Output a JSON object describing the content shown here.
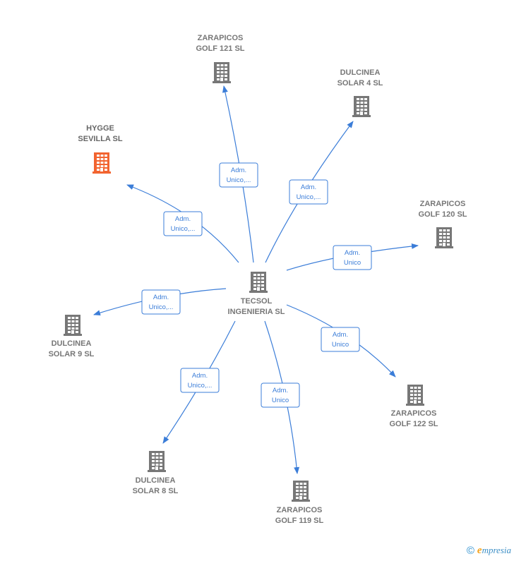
{
  "colors": {
    "edge": "#3b7dd8",
    "node_default": "#777777",
    "node_highlight": "#f26430",
    "brand_accent": "#f5a21a",
    "brand_text": "#3d8fc6"
  },
  "icons": {
    "node": "building-icon",
    "footer": "copyright-icon"
  },
  "center": {
    "id": "tecsol",
    "label_lines": [
      "TECSOL",
      "INGENIERIA SL"
    ]
  },
  "nodes": [
    {
      "id": "zarapicos-121",
      "label_lines": [
        "ZARAPICOS",
        "GOLF 121 SL"
      ],
      "highlight": false
    },
    {
      "id": "dulcinea-4",
      "label_lines": [
        "DULCINEA",
        "SOLAR 4 SL"
      ],
      "highlight": false
    },
    {
      "id": "hygge",
      "label_lines": [
        "HYGGE",
        "SEVILLA  SL"
      ],
      "highlight": true
    },
    {
      "id": "zarapicos-120",
      "label_lines": [
        "ZARAPICOS",
        "GOLF 120 SL"
      ],
      "highlight": false
    },
    {
      "id": "dulcinea-9",
      "label_lines": [
        "DULCINEA",
        "SOLAR 9 SL"
      ],
      "highlight": false
    },
    {
      "id": "zarapicos-122",
      "label_lines": [
        "ZARAPICOS",
        "GOLF 122 SL"
      ],
      "highlight": false
    },
    {
      "id": "dulcinea-8",
      "label_lines": [
        "DULCINEA",
        "SOLAR 8 SL"
      ],
      "highlight": false
    },
    {
      "id": "zarapicos-119",
      "label_lines": [
        "ZARAPICOS",
        "GOLF 119 SL"
      ],
      "highlight": false
    }
  ],
  "edges": [
    {
      "from": "tecsol",
      "to": "zarapicos-121",
      "label_lines": [
        "Adm.",
        "Unico,..."
      ]
    },
    {
      "from": "tecsol",
      "to": "dulcinea-4",
      "label_lines": [
        "Adm.",
        "Unico,..."
      ]
    },
    {
      "from": "tecsol",
      "to": "hygge",
      "label_lines": [
        "Adm.",
        "Unico,..."
      ]
    },
    {
      "from": "tecsol",
      "to": "zarapicos-120",
      "label_lines": [
        "Adm.",
        "Unico"
      ]
    },
    {
      "from": "tecsol",
      "to": "dulcinea-9",
      "label_lines": [
        "Adm.",
        "Unico,..."
      ]
    },
    {
      "from": "tecsol",
      "to": "zarapicos-122",
      "label_lines": [
        "Adm.",
        "Unico"
      ]
    },
    {
      "from": "tecsol",
      "to": "dulcinea-8",
      "label_lines": [
        "Adm.",
        "Unico,..."
      ]
    },
    {
      "from": "tecsol",
      "to": "zarapicos-119",
      "label_lines": [
        "Adm.",
        "Unico"
      ]
    }
  ],
  "footer": {
    "copyright": "©",
    "brand_initial": "e",
    "brand_rest": "mpresia"
  }
}
